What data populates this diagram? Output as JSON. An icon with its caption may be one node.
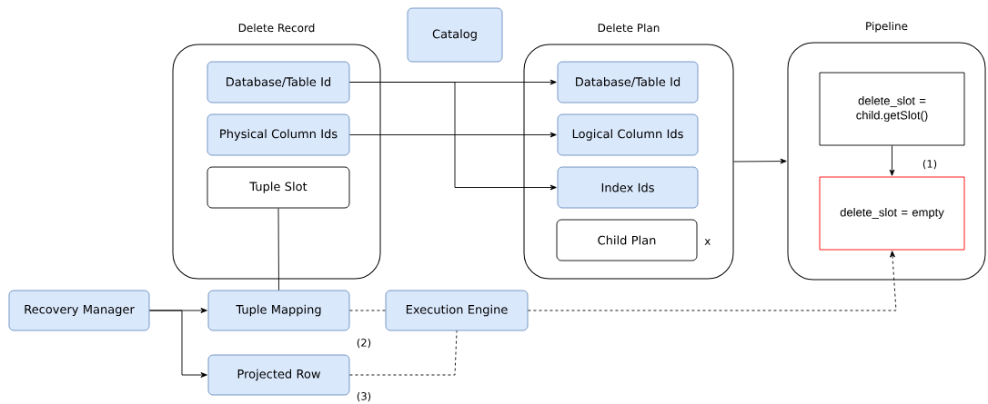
{
  "diagram": {
    "nodes": [
      {
        "text": [
          "Delete Record"
        ]
      },
      {
        "text": [
          "Database/Table Id"
        ],
        "in": 0
      },
      {
        "text": [
          "Physical Column Ids"
        ],
        "in": 0
      },
      {
        "text": [
          "Tuple Slot"
        ],
        "in": 0
      },
      {
        "text": [
          "Catalog"
        ]
      },
      {
        "text": [
          "Delete Plan"
        ]
      },
      {
        "text": [
          "Database/Table Id"
        ],
        "in": 5
      },
      {
        "text": [
          "Logical Column Ids"
        ],
        "in": 5
      },
      {
        "text": [
          "Index Ids"
        ],
        "in": 5
      },
      {
        "text": [
          "Child Plan"
        ],
        "in": 5,
        "beside": [
          "x"
        ]
      },
      {
        "text": [
          "Pipeline"
        ]
      },
      {
        "text": [
          "delete_slot = child.getSlot()"
        ],
        "in": 10
      },
      {
        "text": [
          "delete_slot = empty"
        ],
        "in": 10
      },
      {
        "text": [
          "Recovery Manager"
        ]
      },
      {
        "text": [
          "Tuple Mapping"
        ]
      },
      {
        "text": [
          "Execution Engine"
        ]
      },
      {
        "text": [
          "Projected Row"
        ]
      }
    ],
    "edges": [
      {
        "from": 1,
        "to": 6,
        "arrow": "to"
      },
      {
        "from": 1,
        "to": 8,
        "arrow": "to"
      },
      {
        "from": 2,
        "to": 7,
        "arrow": "to"
      },
      {
        "from": 5,
        "to": 10,
        "arrow": "to"
      },
      {
        "from": 11,
        "to": 12,
        "arrow": "to",
        "label": "(1)"
      },
      {
        "from": 3,
        "to": 14,
        "arrow": "none"
      },
      {
        "from": 13,
        "to": 14,
        "arrow": "to"
      },
      {
        "from": 13,
        "to": 16,
        "arrow": "to"
      },
      {
        "from": 14,
        "to": 15,
        "arrow": "none",
        "style": "dashed",
        "label": "(2)"
      },
      {
        "from": 16,
        "to": 15,
        "arrow": "none",
        "style": "dashed",
        "label": "(3)"
      },
      {
        "from": 15,
        "to": 12,
        "arrow": "to",
        "style": "dashed"
      }
    ]
  }
}
